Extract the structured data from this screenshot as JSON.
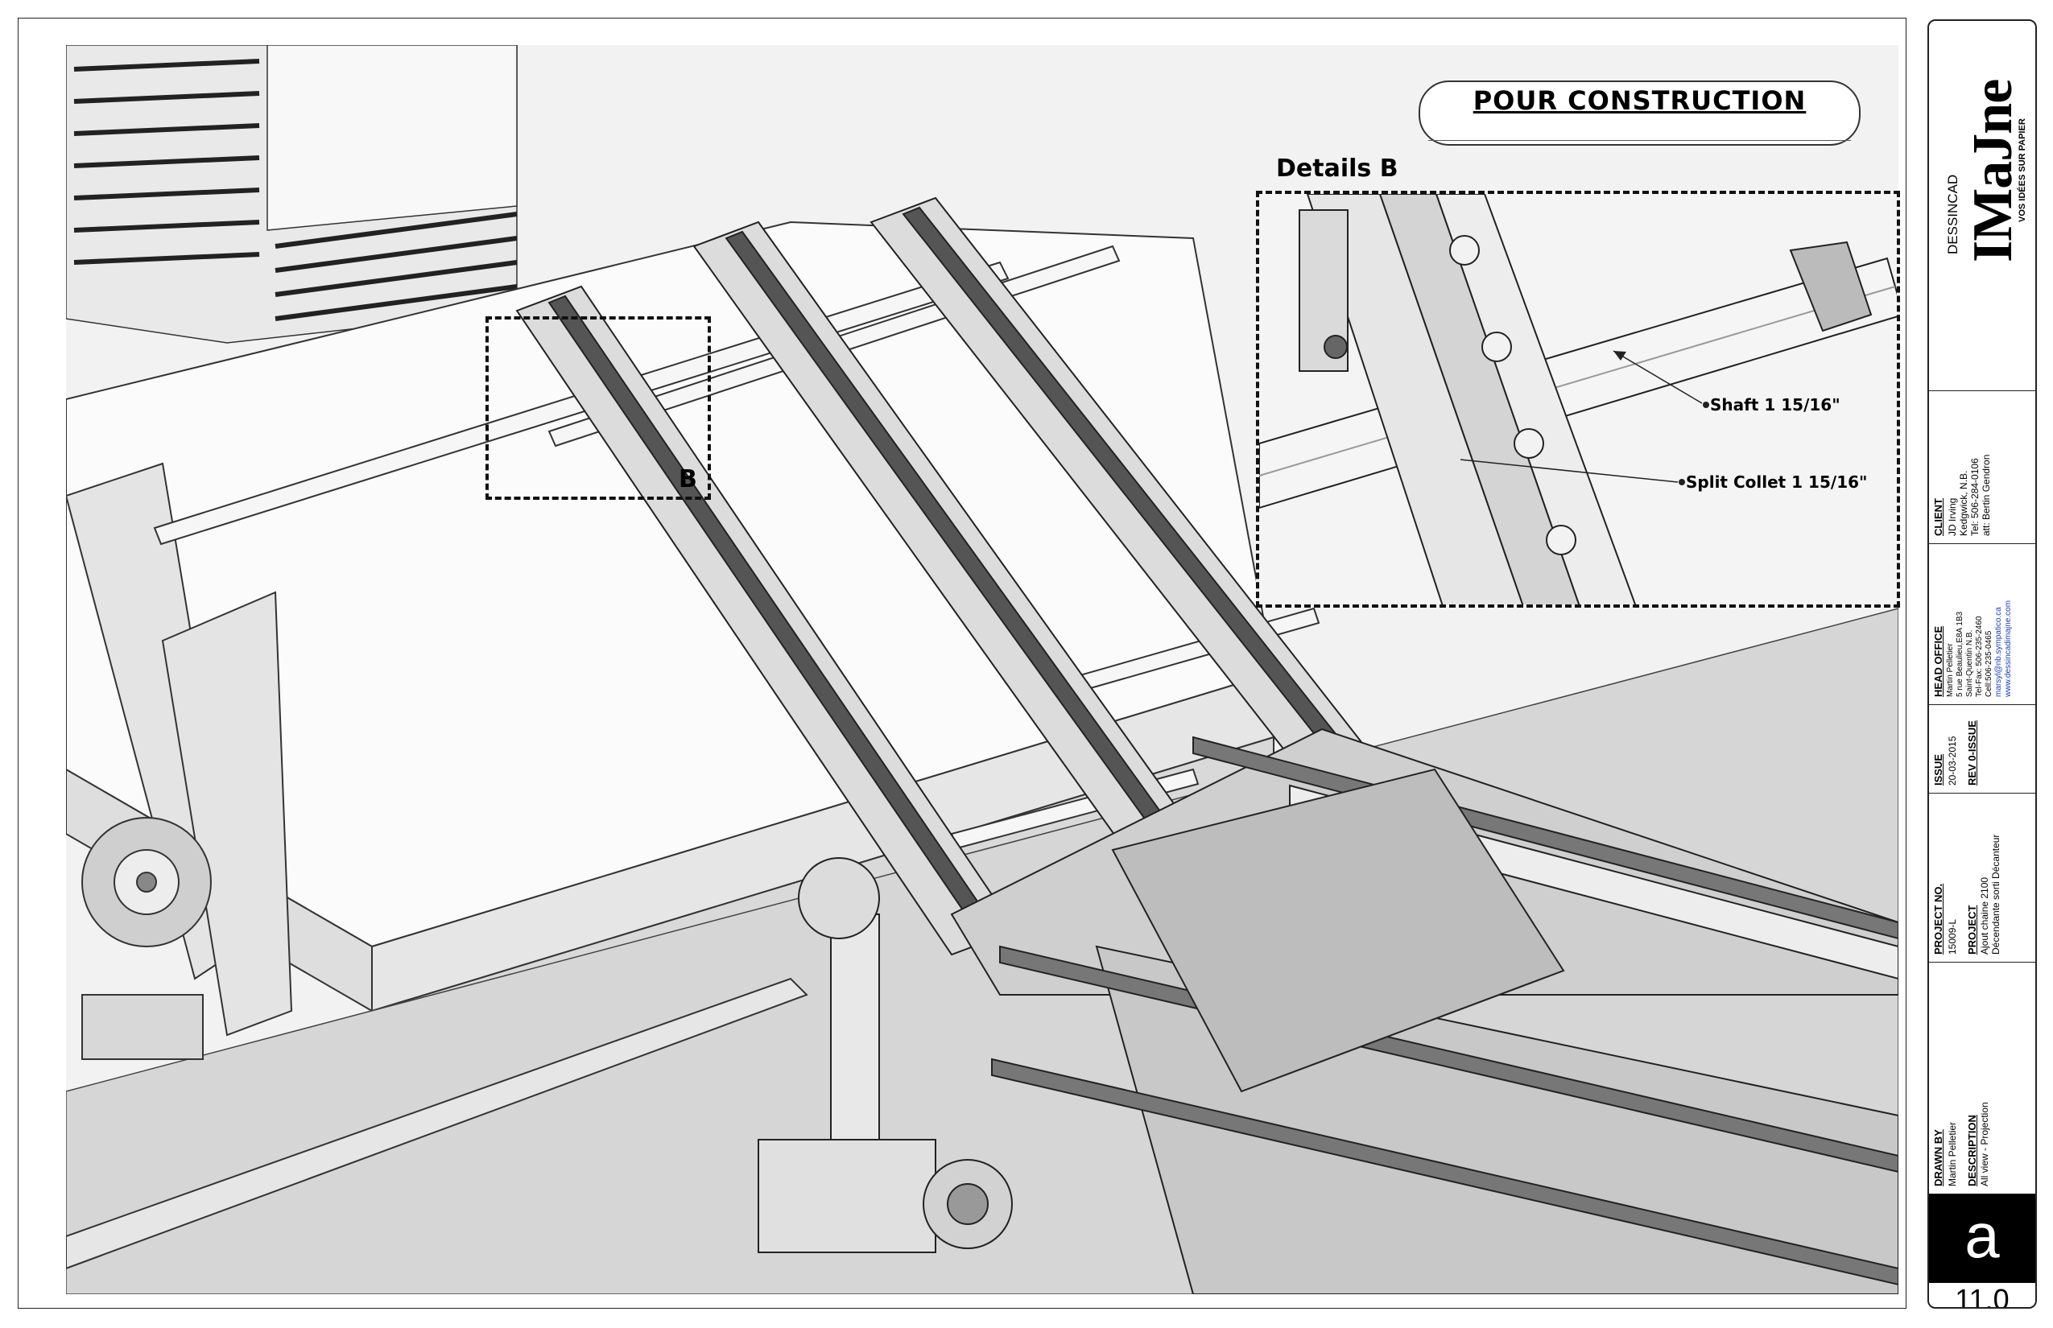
{
  "stamp": {
    "text": "POUR  CONSTRUCTION"
  },
  "detail": {
    "title": "Details B",
    "marker_label": "B",
    "callouts": {
      "shaft": "Shaft 1 15/16\"",
      "collet": "Split Collet 1 15/16\""
    }
  },
  "title_block": {
    "logo": {
      "top_label": "DESSINCAD",
      "brand": "IMaJne",
      "tagline": "VOS IDÉES SUR PAPIER"
    },
    "client": {
      "heading": "CLIENT",
      "lines": [
        "JD Irving",
        "Kedgwick, N.B.",
        "Tel: 506-284-0106",
        "att: Bertin Gendron"
      ]
    },
    "head_office": {
      "heading": "HEAD OFFICE",
      "lines": [
        "Martin Pelletier",
        "5 rue Beaulieu,E8A 1B3",
        "Saint-Quentin N.B.",
        "Tel-Fax: 506-235-2460",
        "Cell:506-235-0465"
      ],
      "email": "marsyl@nb.sympatico.ca",
      "website": "www.dessincadimajne.com"
    },
    "issue": {
      "heading": "ISSUE",
      "date": "20-03-2015",
      "rev": "REV 0-ISSUE"
    },
    "project_no": {
      "heading": "PROJECT NO.",
      "value": "15009-L"
    },
    "project": {
      "heading": "PROJECT",
      "lines": [
        "Ajout chaine 2100",
        "Décendante sorti Décanteur"
      ]
    },
    "drawn_by": {
      "heading": "DRAWN BY",
      "value": "Martin Pelletier"
    },
    "description": {
      "heading": "DESCRIPTION",
      "value": "All view - Projection"
    },
    "revision_letter": "a",
    "sheet_number": "11.0"
  }
}
